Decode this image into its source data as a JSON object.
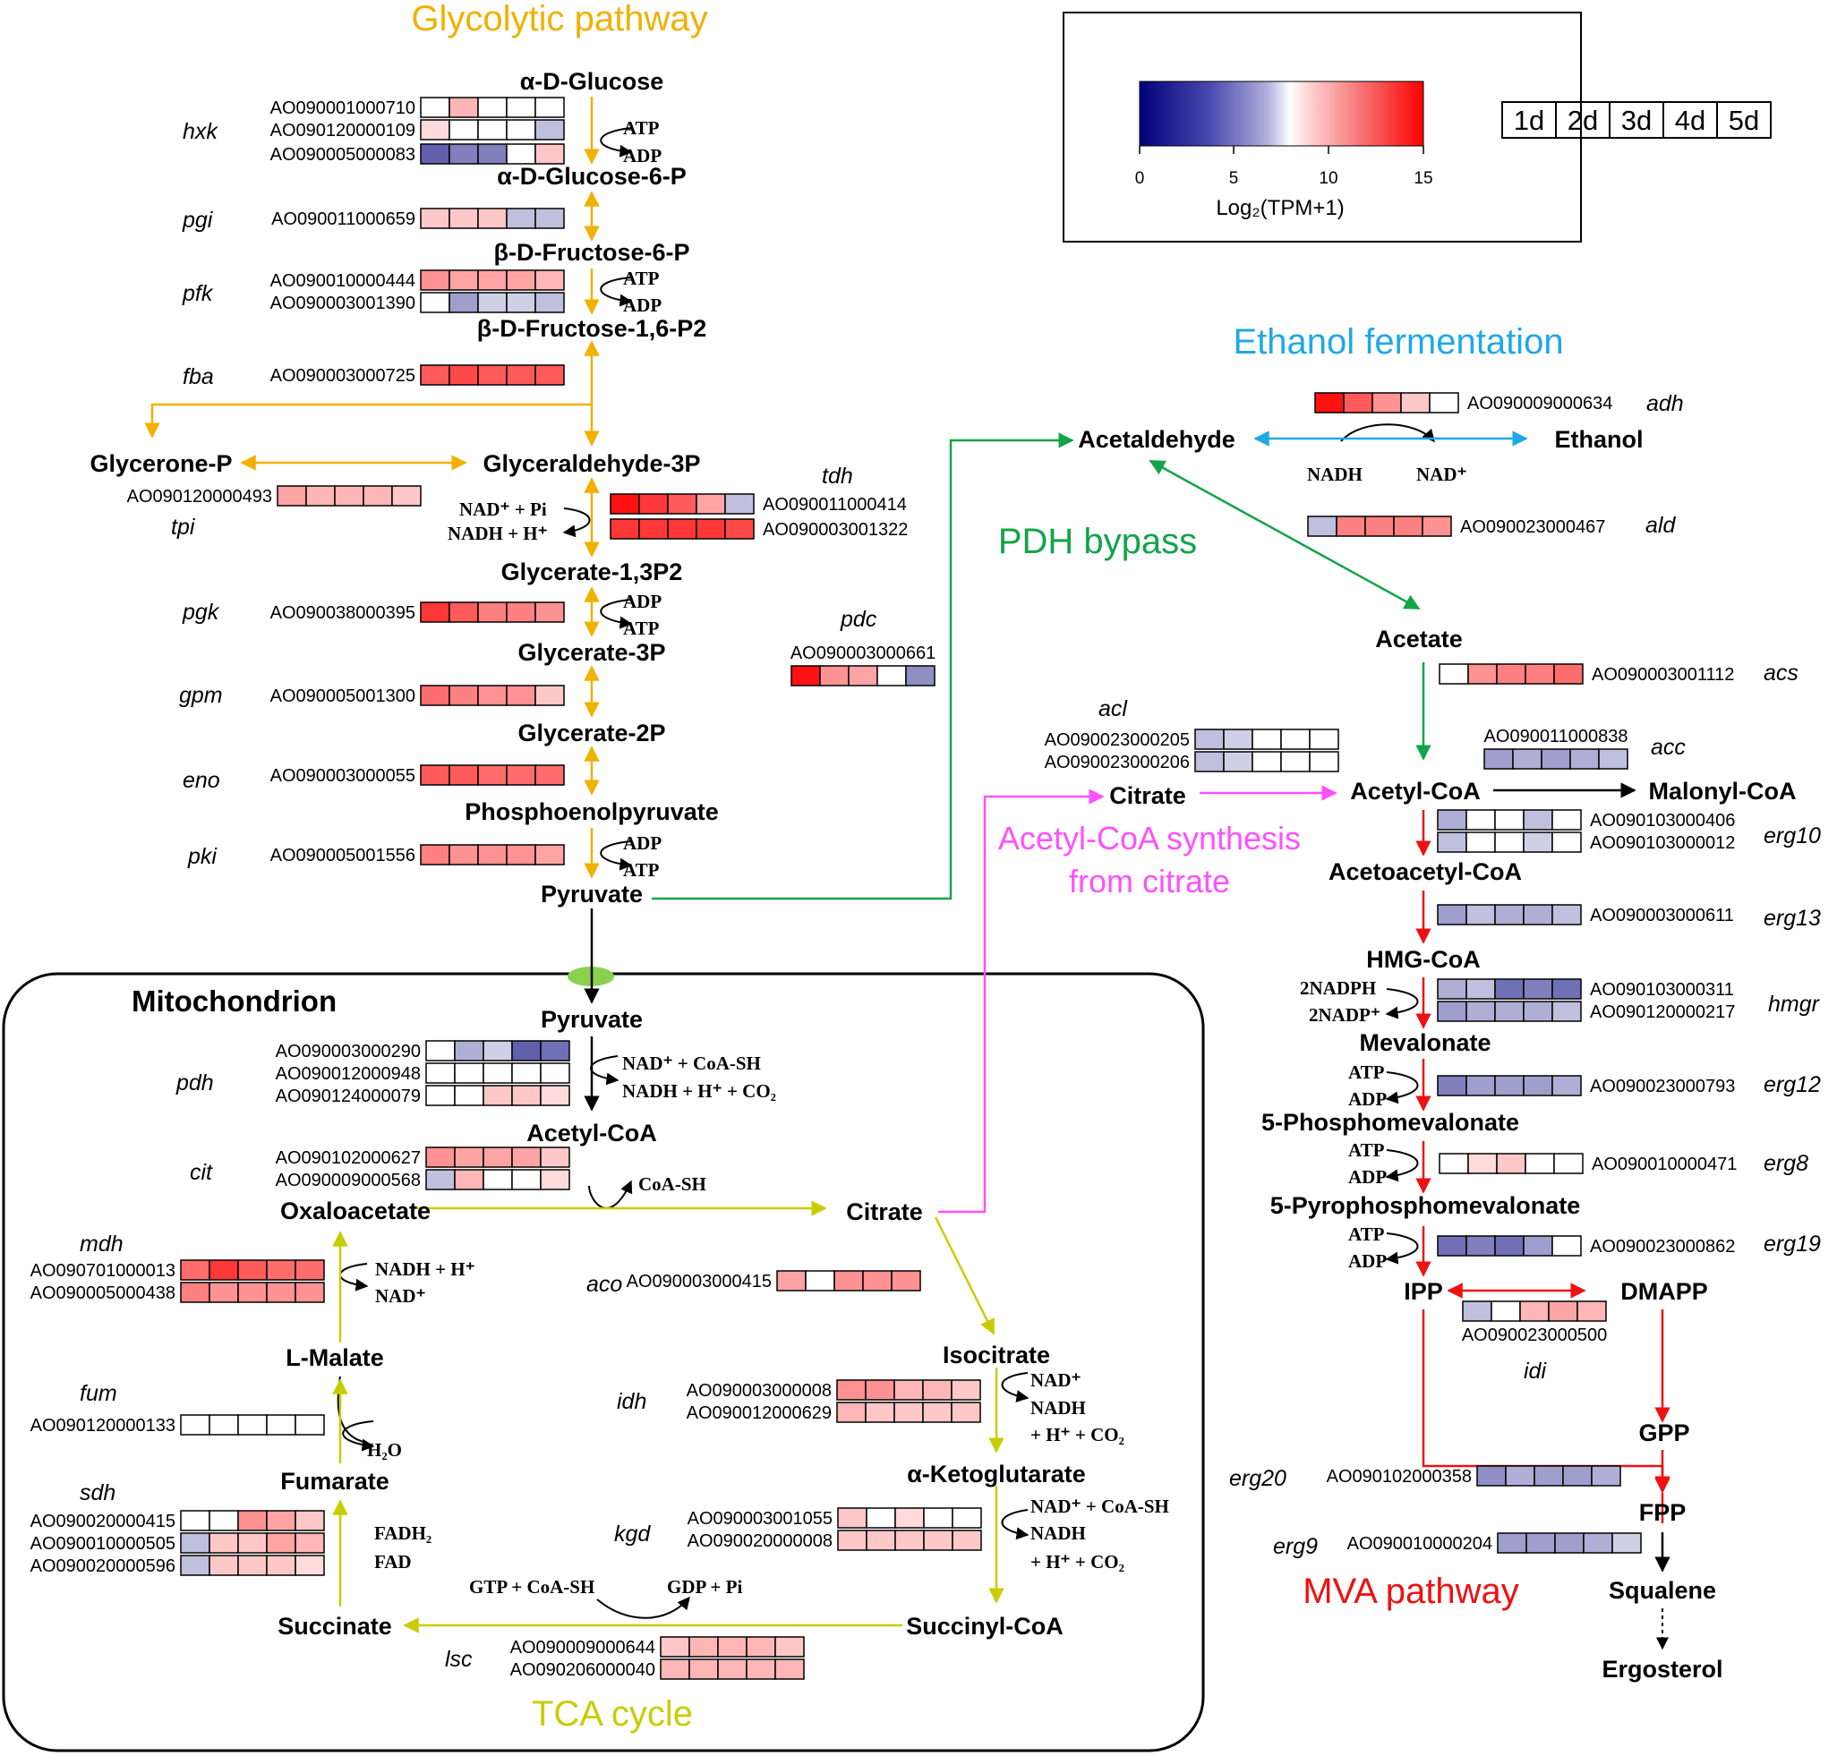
{
  "legend": {
    "scale_ticks": [
      "0",
      "5",
      "10",
      "15"
    ],
    "scale_label": "Log₂(TPM+1)",
    "days": [
      "1d",
      "2d",
      "3d",
      "4d",
      "5d"
    ]
  },
  "colors": {
    "glycolysis": "#f2b000",
    "tca": "#c8cd00",
    "ethanol": "#1fa8e6",
    "pdh_bypass": "#13a44a",
    "citrate_shunt": "#ff50ff",
    "mva": "#ee1111",
    "mito_connector": "#8cd050"
  },
  "pathways": {
    "glycolysis": "Glycolytic pathway",
    "ethanol": "Ethanol fermentation",
    "pdh_bypass": "PDH bypass",
    "acetyl_citrate_1": "Acetyl-CoA synthesis",
    "acetyl_citrate_2": "from citrate",
    "tca": "TCA cycle",
    "mva": "MVA pathway",
    "mitochondrion": "Mitochondrion"
  },
  "metabolites": {
    "glucose": "α-D-Glucose",
    "g6p": "α-D-Glucose-6-P",
    "f6p": "β-D-Fructose-6-P",
    "f16p": "β-D-Fructose-1,6-P2",
    "dhap": "Glycerone-P",
    "g3p": "Glyceraldehyde-3P",
    "bpg": "Glycerate-1,3P2",
    "pg3": "Glycerate-3P",
    "pg2": "Glycerate-2P",
    "pep": "Phosphoenolpyruvate",
    "pyr": "Pyruvate",
    "acald": "Acetaldehyde",
    "etoh": "Ethanol",
    "acetate": "Acetate",
    "cit_cyto": "Citrate",
    "acoa_cyto": "Acetyl-CoA",
    "malcoa": "Malonyl-CoA",
    "aacoa": "Acetoacetyl-CoA",
    "hmgcoa": "HMG-CoA",
    "mev": "Mevalonate",
    "mev5p": "5-Phosphomevalonate",
    "mev5pp": "5-Pyrophosphomevalonate",
    "ipp": "IPP",
    "dmapp": "DMAPP",
    "gpp": "GPP",
    "fpp": "FPP",
    "squalene": "Squalene",
    "ergosterol": "Ergosterol",
    "pyr_m": "Pyruvate",
    "acoa_m": "Acetyl-CoA",
    "oaa": "Oxaloacetate",
    "cit_m": "Citrate",
    "icit": "Isocitrate",
    "akg": "α-Ketoglutarate",
    "succoa": "Succinyl-CoA",
    "succ": "Succinate",
    "fum_met": "Fumarate",
    "mal": "L-Malate"
  },
  "cofactors": {
    "hxk_1": "ATP",
    "hxk_2": "ADP",
    "pfk_1": "ATP",
    "pfk_2": "ADP",
    "tdh_1": "NAD⁺ + Pi",
    "tdh_2": "NADH + H⁺",
    "pgk_1": "ADP",
    "pgk_2": "ATP",
    "pki_1": "ADP",
    "pki_2": "ATP",
    "adh_1": "NADH",
    "adh_2": "NAD⁺",
    "pdh_1": "NAD⁺ + CoA-SH",
    "pdh_2": "NADH + H⁺ + CO₂",
    "cit_1": "CoA-SH",
    "mdh_1": "NADH + H⁺",
    "mdh_2": "NAD⁺",
    "fum_1": "H₂O",
    "sdh_1": "FADH₂",
    "sdh_2": "FAD",
    "idh_1": "NAD⁺",
    "idh_2": "NADH",
    "idh_3": "+ H⁺ + CO₂",
    "kgd_1": "NAD⁺ + CoA-SH",
    "kgd_2": "NADH",
    "kgd_3": "+ H⁺ + CO₂",
    "lsc_1": "GTP + CoA-SH",
    "lsc_2": "GDP + Pi",
    "hmgr_1": "2NADPH",
    "hmgr_2": "2NADP⁺",
    "erg12_1": "ATP",
    "erg12_2": "ADP",
    "erg8_1": "ATP",
    "erg8_2": "ADP",
    "erg19_1": "ATP",
    "erg19_2": "ADP"
  },
  "genes": {
    "hxk": "hxk",
    "pgi": "pgi",
    "pfk": "pfk",
    "fba": "fba",
    "tpi": "tpi",
    "tdh": "tdh",
    "pgk": "pgk",
    "gpm": "gpm",
    "eno": "eno",
    "pki": "pki",
    "pdc": "pdc",
    "adh": "adh",
    "ald": "ald",
    "acs": "acs",
    "acl": "acl",
    "acc": "acc",
    "erg10": "erg10",
    "erg13": "erg13",
    "hmgr": "hmgr",
    "erg12": "erg12",
    "erg8": "erg8",
    "erg19": "erg19",
    "idi": "idi",
    "erg20": "erg20",
    "erg9": "erg9",
    "pdh": "pdh",
    "cit": "cit",
    "mdh": "mdh",
    "aco": "aco",
    "fum": "fum",
    "idh": "idh",
    "sdh": "sdh",
    "kgd": "kgd",
    "lsc": "lsc"
  },
  "heatmap": [
    {
      "id": "AO090001000710",
      "values": [
        8,
        10,
        8,
        8,
        8
      ]
    },
    {
      "id": "AO090120000109",
      "values": [
        9,
        8,
        8,
        8,
        6
      ]
    },
    {
      "id": "AO090005000083",
      "values": [
        3,
        4,
        4,
        8,
        9.5
      ]
    },
    {
      "id": "AO090011000659",
      "values": [
        9.5,
        9.5,
        9.5,
        6,
        6
      ]
    },
    {
      "id": "AO090010000444",
      "values": [
        11,
        10.5,
        10.5,
        10.5,
        10
      ]
    },
    {
      "id": "AO090003001390",
      "values": [
        8,
        5,
        6.5,
        6.5,
        6
      ]
    },
    {
      "id": "AO090003000725",
      "values": [
        12.5,
        13,
        12.5,
        12.5,
        12.5
      ]
    },
    {
      "id": "AO090120000493",
      "values": [
        10.5,
        10,
        10,
        10,
        9.5
      ]
    },
    {
      "id": "AO090011000414",
      "values": [
        14.5,
        13.5,
        12.5,
        10.5,
        6
      ]
    },
    {
      "id": "AO090003001322",
      "values": [
        13.5,
        13.5,
        13.5,
        13.5,
        13
      ]
    },
    {
      "id": "AO090038000395",
      "values": [
        13.5,
        12.5,
        11.5,
        11.5,
        11
      ]
    },
    {
      "id": "AO090005001300",
      "values": [
        12,
        11.5,
        11,
        11,
        9.5
      ]
    },
    {
      "id": "AO090003000055",
      "values": [
        12.5,
        12.5,
        12,
        12,
        12
      ]
    },
    {
      "id": "AO090005001556",
      "values": [
        11.5,
        11,
        11,
        11,
        10.5
      ]
    },
    {
      "id": "AO090003000661",
      "values": [
        14.5,
        11,
        10.5,
        8,
        4.5
      ]
    },
    {
      "id": "AO090009000634",
      "values": [
        14.5,
        12.5,
        11,
        9.5,
        8
      ]
    },
    {
      "id": "AO090023000467",
      "values": [
        6,
        11.5,
        11.5,
        11.5,
        11
      ]
    },
    {
      "id": "AO090003001112",
      "values": [
        8,
        11,
        11.5,
        11.5,
        12
      ]
    },
    {
      "id": "AO090023000205",
      "values": [
        6,
        6.5,
        8,
        8,
        8
      ]
    },
    {
      "id": "AO090023000206",
      "values": [
        6,
        6.5,
        8,
        8,
        8
      ]
    },
    {
      "id": "AO090011000838",
      "values": [
        5,
        5.5,
        5,
        5.5,
        6
      ]
    },
    {
      "id": "AO090103000406",
      "values": [
        5.5,
        8,
        8,
        6,
        8
      ]
    },
    {
      "id": "AO090103000012",
      "values": [
        6,
        8,
        8,
        6.5,
        8
      ]
    },
    {
      "id": "AO090003000611",
      "values": [
        5,
        6,
        5.5,
        5.5,
        6
      ]
    },
    {
      "id": "AO090103000311",
      "values": [
        5.5,
        6,
        3.5,
        4,
        3.5
      ]
    },
    {
      "id": "AO090120000217",
      "values": [
        5,
        5.5,
        5.5,
        5.5,
        6
      ]
    },
    {
      "id": "AO090023000793",
      "values": [
        4,
        5,
        5,
        5,
        5.5
      ]
    },
    {
      "id": "AO090010000471",
      "values": [
        8,
        9,
        9.5,
        8,
        8
      ]
    },
    {
      "id": "AO090023000862",
      "values": [
        3.5,
        4,
        3.5,
        5,
        8
      ]
    },
    {
      "id": "AO090023000500",
      "values": [
        6,
        8,
        10,
        10.5,
        10
      ]
    },
    {
      "id": "AO090102000358",
      "values": [
        4.5,
        5.5,
        5,
        5,
        5.5
      ]
    },
    {
      "id": "AO090010000204",
      "values": [
        5,
        5,
        5,
        5.5,
        6.5
      ]
    },
    {
      "id": "AO090003000290",
      "values": [
        8,
        5.5,
        6.5,
        3,
        3.5
      ]
    },
    {
      "id": "AO090012000948",
      "values": [
        8,
        8,
        8,
        8,
        8
      ]
    },
    {
      "id": "AO090124000079",
      "values": [
        8,
        8,
        9.5,
        9.5,
        9
      ]
    },
    {
      "id": "AO090102000627",
      "values": [
        11,
        10.5,
        10.5,
        10.5,
        9.5
      ]
    },
    {
      "id": "AO090009000568",
      "values": [
        6,
        10,
        8,
        8,
        9
      ]
    },
    {
      "id": "AO090701000013",
      "values": [
        12,
        13.5,
        12.5,
        12,
        12
      ]
    },
    {
      "id": "AO090005000438",
      "values": [
        11.5,
        11,
        11,
        11,
        11
      ]
    },
    {
      "id": "AO090003000415",
      "values": [
        10.5,
        8,
        11,
        11,
        11
      ]
    },
    {
      "id": "AO090120000133",
      "values": [
        8,
        8,
        8,
        8,
        8
      ]
    },
    {
      "id": "AO090003000008",
      "values": [
        11,
        11,
        10,
        10,
        9.5
      ]
    },
    {
      "id": "AO090012000629",
      "values": [
        10,
        9.5,
        9.5,
        9.5,
        9.5
      ]
    },
    {
      "id": "AO090020000415",
      "values": [
        8,
        8,
        11,
        10.5,
        9.5
      ]
    },
    {
      "id": "AO090010000505",
      "values": [
        6,
        9.5,
        9.5,
        10.5,
        10
      ]
    },
    {
      "id": "AO090020000596",
      "values": [
        6,
        9.5,
        9.5,
        9.5,
        9
      ]
    },
    {
      "id": "AO090003001055",
      "values": [
        9.5,
        8,
        9,
        8,
        8
      ]
    },
    {
      "id": "AO090020000008",
      "values": [
        9.5,
        9.5,
        9.5,
        9.5,
        9.5
      ]
    },
    {
      "id": "AO090009000644",
      "values": [
        9.5,
        10,
        10,
        10,
        9.5
      ]
    },
    {
      "id": "AO090206000040",
      "values": [
        10,
        10,
        10,
        10,
        10
      ]
    }
  ]
}
